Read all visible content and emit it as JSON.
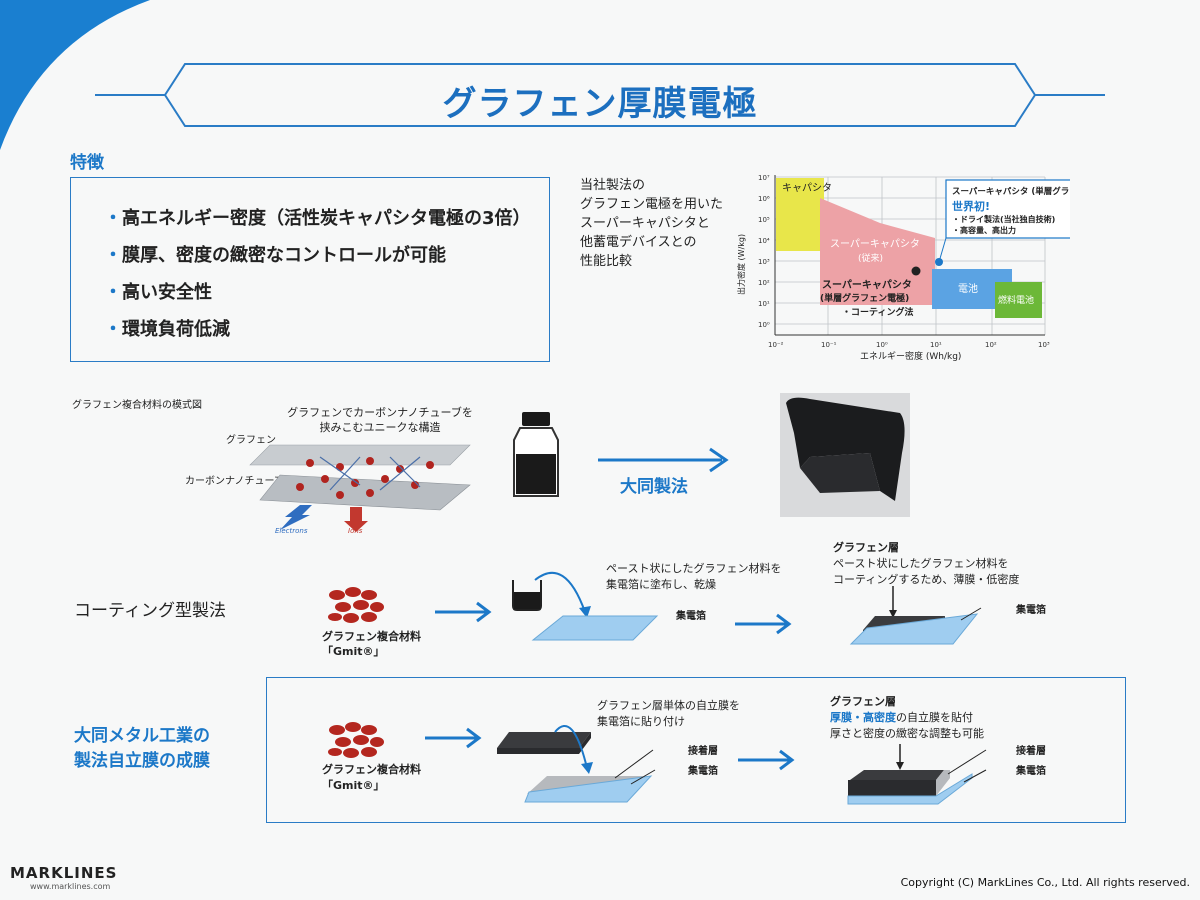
{
  "title": "グラフェン厚膜電極",
  "features": {
    "heading": "特徴",
    "items": [
      "高エネルギー密度（活性炭キャパシタ電極の3倍）",
      "膜厚、密度の緻密なコントロールが可能",
      "高い安全性",
      "環境負荷低減"
    ]
  },
  "comparison": {
    "description_lines": [
      "当社製法の",
      "グラフェン電極を用いた",
      "スーパーキャパシタと",
      "他蓄電デバイスとの",
      "性能比較"
    ],
    "ylabel": "出力密度 (W/kg)",
    "xlabel": "エネルギー密度 (Wh/kg)",
    "x_ticks": [
      "10⁻²",
      "10⁻¹",
      "10⁰",
      "10¹",
      "10²",
      "10³"
    ],
    "y_ticks": [
      "10⁷",
      "10⁶",
      "10⁵",
      "10⁴",
      "10³",
      "10²",
      "10¹",
      "10⁰"
    ],
    "region_capacitor": "キャパシタ",
    "region_supercap": "スーパーキャパシタ",
    "region_supercap_sub": "(従来)",
    "region_battery": "電池",
    "region_fuelcell": "燃料電池",
    "point_label_1": "スーパーキャパシタ",
    "point_label_2": "(単層グラフェン電極)",
    "point_label_3": "・コーティング法",
    "callout_title": "スーパーキャパシタ (単層グラフェン電極)",
    "callout_highlight": "世界初!",
    "callout_line1": "・ドライ製法(当社独自技術)",
    "callout_line2": "・高容量、高出力",
    "colors": {
      "capacitor": "#e8e64a",
      "supercap": "#eda2a6",
      "battery": "#5ba3e3",
      "fuelcell": "#6cb838",
      "accent": "#1c78c8"
    }
  },
  "schematic": {
    "caption": "グラフェン複合材料の模式図",
    "structure_line1": "グラフェンでカーボンナノチューブを",
    "structure_line2": "挟みこむユニークな構造",
    "label_graphene": "グラフェン",
    "label_cnt": "カーボンナノチューブ",
    "label_electrons": "Electrons",
    "label_ions": "Ions",
    "process_label": "大同製法"
  },
  "coating": {
    "method_label": "コーティング型製法",
    "material_label": "グラフェン複合材料",
    "material_name": "「Gmit®」",
    "step_line1": "ペースト状にしたグラフェン材料を",
    "step_line2": "集電箔に塗布し、乾燥",
    "foil_label": "集電箔",
    "result_title": "グラフェン層",
    "result_line1": "ペースト状にしたグラフェン材料を",
    "result_line2": "コーティングするため、薄膜・低密度",
    "result_foil": "集電箔"
  },
  "standalone": {
    "method_line1": "大同メタル工業の",
    "method_line2": "製法自立膜の成膜",
    "material_label": "グラフェン複合材料",
    "material_name": "「Gmit®」",
    "step_line1": "グラフェン層単体の自立膜を",
    "step_line2": "集電箔に貼り付け",
    "adhesive_label": "接着層",
    "foil_label": "集電箔",
    "result_title": "グラフェン層",
    "result_highlight": "厚膜・高密度",
    "result_line1_rest": "の自立膜を貼付",
    "result_line2": "厚さと密度の緻密な調整も可能",
    "result_adhesive": "接着層",
    "result_foil": "集電箔"
  },
  "footer": {
    "brand": "MARKLINES",
    "url": "www.marklines.com",
    "copyright": "Copyright (C) MarkLines Co., Ltd. All rights reserved."
  }
}
